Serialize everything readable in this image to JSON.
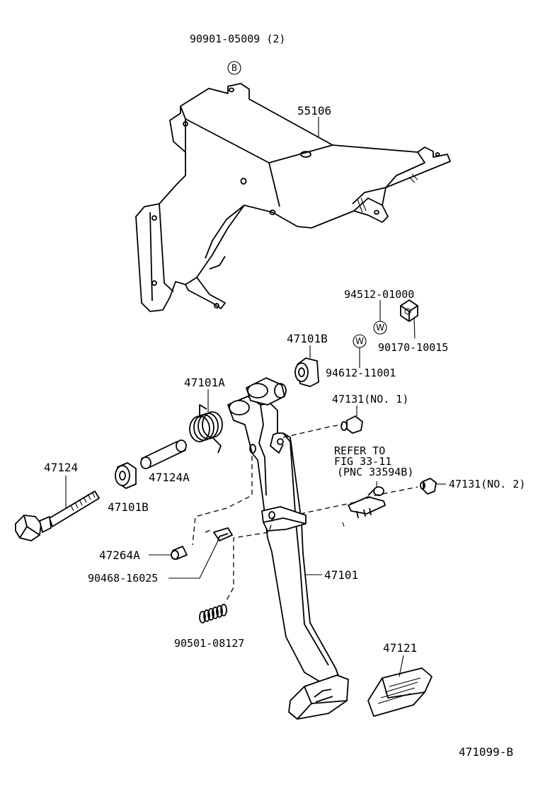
{
  "labels": {
    "p_90901": "90901-05009 (2)",
    "p_55106": "55106",
    "p_94512": "94512-01000",
    "p_90170": "90170-10015",
    "p_47101B_top": "47101B",
    "p_94612": "94612-11001",
    "p_47101A": "47101A",
    "p_47131_1": "47131(NO. 1)",
    "p_refer1": "REFER TO",
    "p_refer2": "FIG 33-11",
    "p_refer3": "(PNC 33594B)",
    "p_47131_2": "47131(NO. 2)",
    "p_47124": "47124",
    "p_47124A": "47124A",
    "p_47101B_bot": "47101B",
    "p_47264A": "47264A",
    "p_90468": "90468-16025",
    "p_47101": "47101",
    "p_90501": "90501-08127",
    "p_47121": "47121",
    "figure_id": "471099-B"
  },
  "markers": {
    "b_letter": "B",
    "w_letter_1": "W",
    "w_letter_2": "W"
  }
}
